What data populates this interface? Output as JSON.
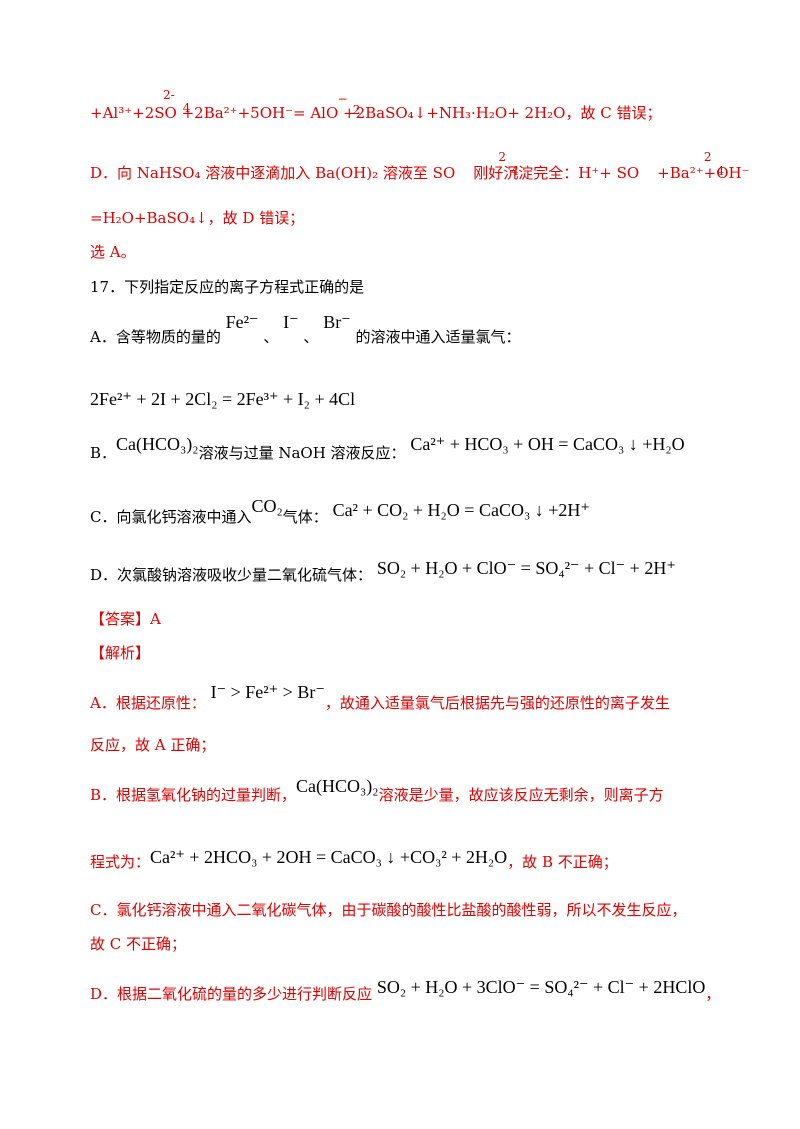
{
  "line1_stack_a": "2-",
  "line1_stack_a2": "4",
  "line1_stack_b": "−",
  "line1_stack_b2": "2",
  "line1_text": "+Al³⁺+2SO  +2Ba²⁺+5OH⁻= AlO  +2BaSO₄↓+NH₃·H₂O+ 2H₂O，故 C 错误；",
  "lineD_pre": "D．向 NaHSO₄ 溶液中逐滴加入 Ba(OH)₂ 溶液至 SO",
  "lineD_mid": "刚好沉淀完全：H⁺+ SO",
  "lineD_post": "+Ba²⁺+OH⁻",
  "lineD_stack": "2",
  "lineD_stack2": "4",
  "lineD_cont": "=H₂O+BaSO₄↓，故 D 错误；",
  "choose": "选 A。",
  "q17": "17．下列指定反应的离子方程式正确的是",
  "optA_label": "A．含等物质的量的",
  "optA_ions": [
    "Fe²⁻",
    "、",
    "I⁻",
    "、",
    "Br⁻"
  ],
  "optA_end": "的溶液中通入适量氯气：",
  "optA_eq": "2Fe²⁺ + 2I  + 2Cl₂ = 2Fe³⁺ + I₂ + 4Cl",
  "optB_label": "B．",
  "optB_formula": "Ca(HCO₃)₂",
  "optB_text": "溶液与过量 NaOH 溶液反应：",
  "optB_eq": "Ca²⁺ + HCO₃ + OH  = CaCO₃ ↓ +H₂O",
  "optC_label": "C．向氯化钙溶液中通入",
  "optC_co2": "CO₂",
  "optC_text": "气体：",
  "optC_eq": "Ca²  + CO₂ + H₂O = CaCO₃ ↓ +2H⁺",
  "optD_label": "D．次氯酸钠溶液吸收少量二氧化硫气体：",
  "optD_eq": "SO₂ + H₂O + ClO⁻ = SO₄²⁻ + Cl⁻ + 2H⁺",
  "answer": "【答案】A",
  "analysis": "【解析】",
  "anA_1": "A．根据还原性：",
  "anA_eq": "I⁻ > Fe²⁺ > Br⁻",
  "anA_2": "，故通入适量氯气后根据先与强的还原性的离子发生",
  "anA_3": "反应，故 A 正确；",
  "anB_1": "B．根据氢氧化钠的过量判断，",
  "anB_formula": "Ca(HCO₃)₂",
  "anB_2": "溶液是少量，故应该反应无剩余，则离子方",
  "anB_3": "程式为：",
  "anB_eq": "Ca²⁺ + 2HCO₃ + 2OH  = CaCO₃ ↓ +CO₃²  + 2H₂O",
  "anB_4": "，故 B 不正确；",
  "anC_1": "C．氯化钙溶液中通入二氧化碳气体，由于碳酸的酸性比盐酸的酸性弱，所以不发生反应，",
  "anC_2": "故 C 不正确；",
  "anD_1": "D．根据二氧化硫的量的多少进行判断反应",
  "anD_eq": "SO₂ + H₂O + 3ClO⁻ = SO₄²⁻ + Cl⁻ + 2HClO",
  "anD_2": "，"
}
